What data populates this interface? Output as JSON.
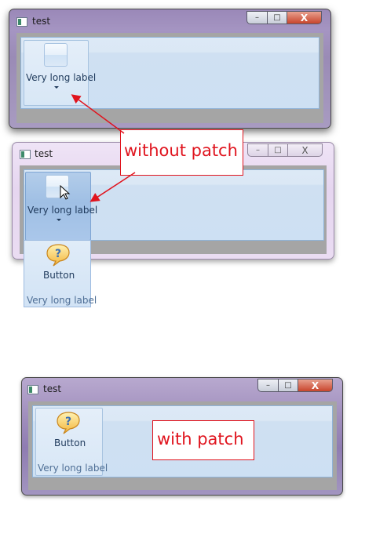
{
  "windows": [
    {
      "title": "test",
      "group_label": "Very long label",
      "state": "collapsed"
    },
    {
      "title": "test",
      "group_label": "Very long label",
      "state": "expanded",
      "popup": {
        "button_label": "Button",
        "group_title": "Very long label"
      }
    },
    {
      "title": "test",
      "button_label": "Button",
      "group_title": "Very long label"
    }
  ],
  "annotations": {
    "without_patch": "without patch",
    "with_patch": "with patch"
  },
  "colors": {
    "annotation": "#e0141e",
    "ribbon_bg": "#cde0f3",
    "label_text": "#1e395b"
  },
  "icons": {
    "window_icon": "app-window-icon",
    "help_icon": "help-bubble-icon",
    "dropdown": "chevron-down-icon",
    "cursor": "mouse-pointer-icon"
  },
  "window_controls": {
    "minimize": "–",
    "maximize": "□",
    "close": "X"
  }
}
